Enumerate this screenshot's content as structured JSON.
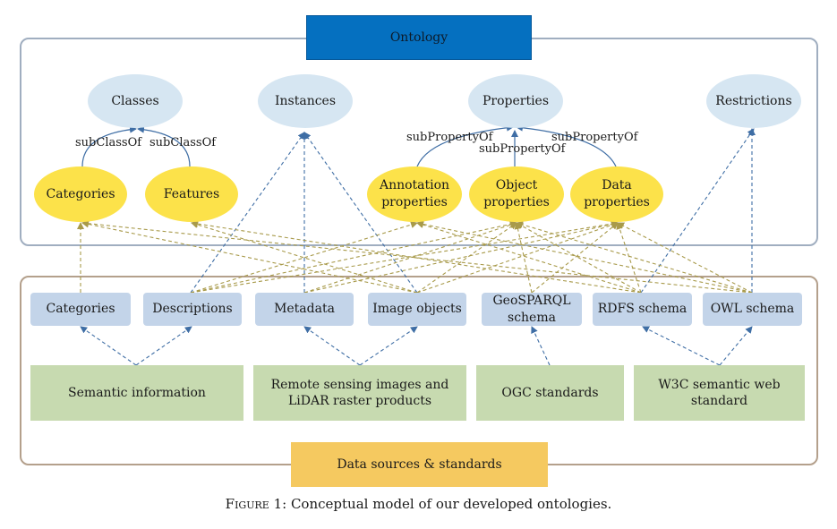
{
  "top_banner": {
    "label": "Ontology",
    "color": "#0570c0"
  },
  "bottom_banner": {
    "label": "Data sources & standards",
    "color": "#f5c960"
  },
  "classes": [
    "Classes",
    "Instances",
    "Properties",
    "Restrictions"
  ],
  "subclasses": [
    "Categories",
    "Features"
  ],
  "property_types": [
    [
      "Annotation",
      "properties"
    ],
    [
      "Object",
      "properties"
    ],
    [
      "Data",
      "properties"
    ]
  ],
  "edge_labels": {
    "sub_class": "subClassOf",
    "sub_property": "subPropertyOf"
  },
  "source_items": [
    "Categories",
    "Descriptions",
    "Metadata",
    "Image objects",
    [
      "GeoSPARQL",
      "schema"
    ],
    "RDFS schema",
    "OWL schema"
  ],
  "standards": [
    "Semantic information",
    [
      "Remote sensing images and",
      "LiDAR raster products"
    ],
    "OGC standards",
    [
      "W3C semantic web",
      "standard"
    ]
  ],
  "caption": {
    "prefix": "Figure 1:",
    "text": "Conceptual model of our developed ontologies."
  },
  "colors": {
    "class_fill": "#d6e6f2",
    "subclass_fill": "#fce24a",
    "source_fill": "#c3d4e9",
    "standard_fill": "#c7dab0",
    "blue_edge": "#3f6ea5",
    "olive_edge": "#a89a4a"
  }
}
